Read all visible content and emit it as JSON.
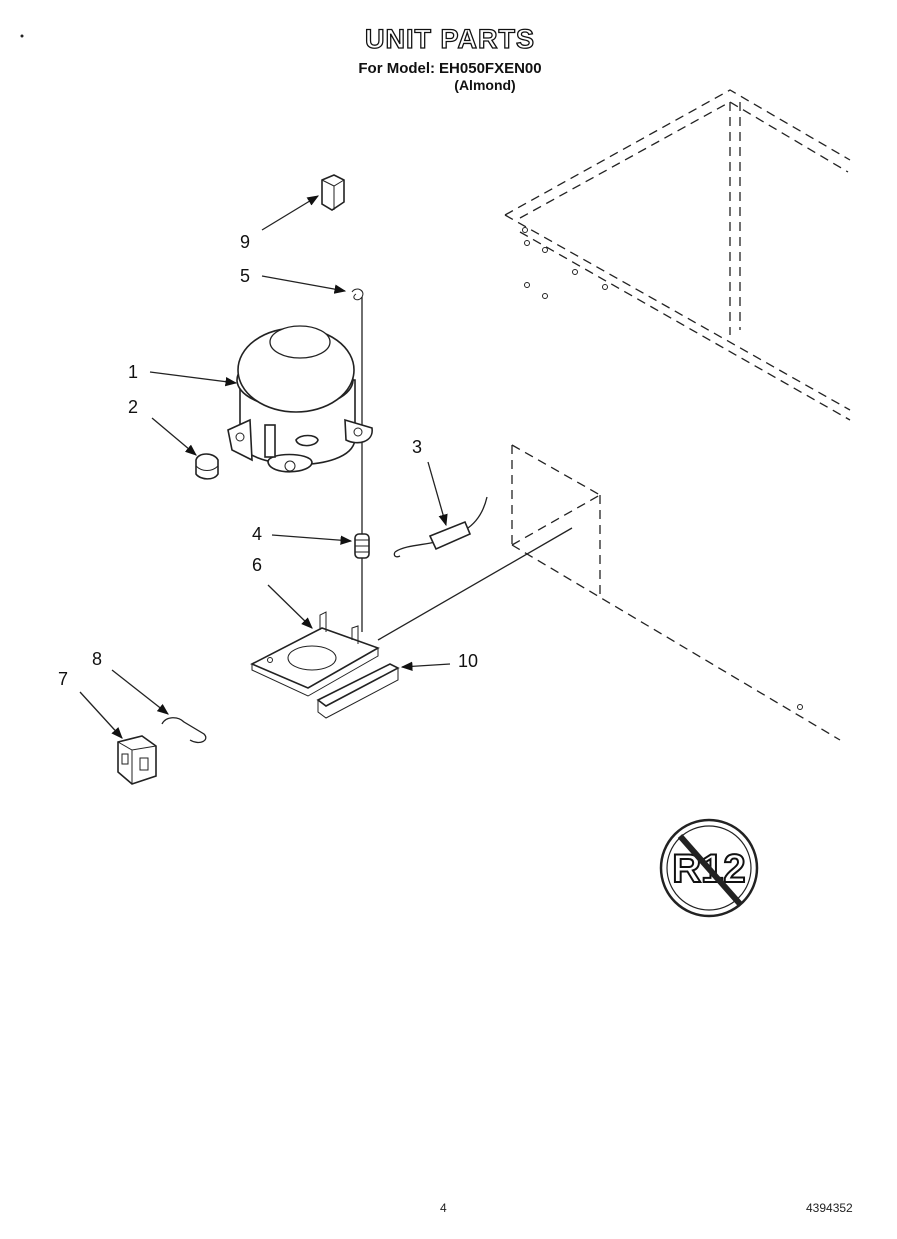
{
  "header": {
    "title": "UNIT PARTS",
    "model_label": "For Model:",
    "model_number": "EH050FXEN00",
    "variant": "(Almond)"
  },
  "callouts": {
    "c1": "1",
    "c2": "2",
    "c3": "3",
    "c4": "4",
    "c5": "5",
    "c6": "6",
    "c7": "7",
    "c8": "8",
    "c9": "9",
    "c10": "10"
  },
  "badge": {
    "text": "R12"
  },
  "footer": {
    "page_number": "4",
    "doc_number": "4394352"
  }
}
